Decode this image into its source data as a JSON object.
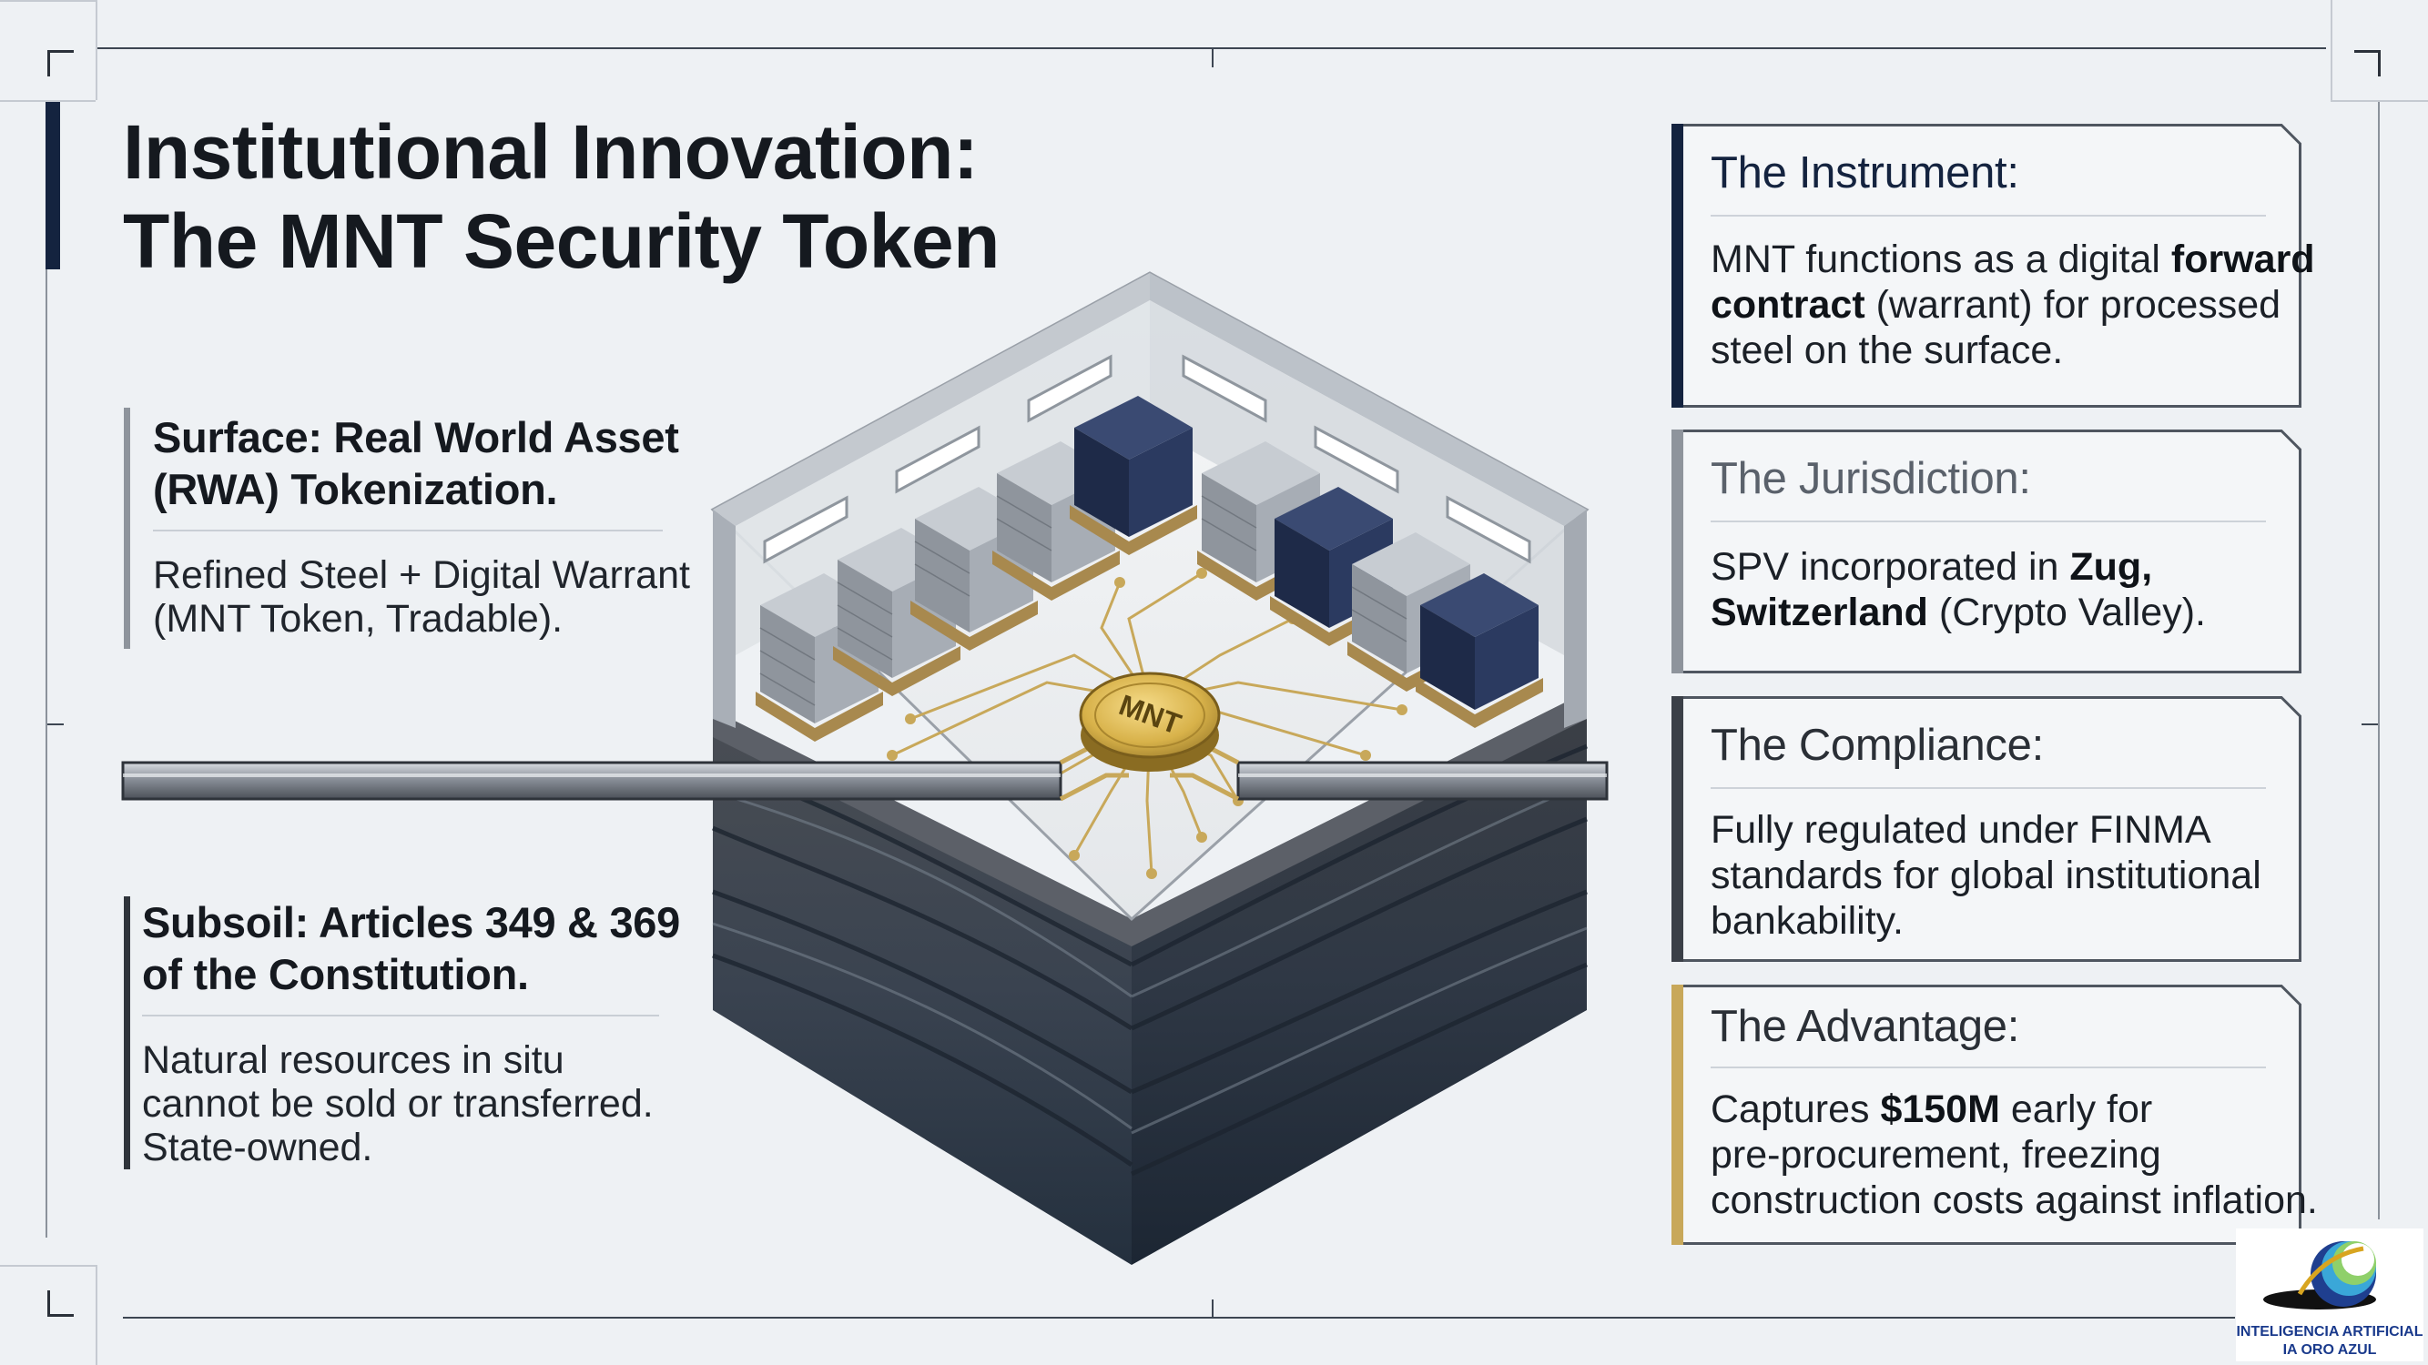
{
  "title": {
    "line1": "Institutional Innovation:",
    "line2": "The MNT Security Token"
  },
  "surface": {
    "heading_line1": "Surface: Real World Asset",
    "heading_line2": "(RWA) Tokenization.",
    "body_line1": "Refined Steel + Digital Warrant",
    "body_line2": "(MNT Token, Tradable)."
  },
  "subsoil": {
    "heading_line1": "Subsoil: Articles 349 & 369",
    "heading_line2": "of the Constitution.",
    "body_line1": "Natural resources in situ",
    "body_line2": "cannot be sold or transferred.",
    "body_line3": "State-owned."
  },
  "coin_label": "MNT",
  "cards": {
    "instrument": {
      "heading": "The Instrument:",
      "l1_pre": "MNT functions as a digital ",
      "l1_bold": "forward",
      "l2_bold": "contract",
      "l2_post": " (warrant) for processed",
      "l3": "steel on the surface."
    },
    "jurisdiction": {
      "heading": "The Jurisdiction:",
      "l1_pre": "SPV incorporated in ",
      "l1_bold": "Zug,",
      "l2_bold": "Switzerland",
      "l2_post": " (Crypto Valley)."
    },
    "compliance": {
      "heading": "The Compliance:",
      "l1": "Fully regulated under FINMA",
      "l2": "standards for global institutional",
      "l3": "bankability."
    },
    "advantage": {
      "heading": "The Advantage:",
      "l1_pre": "Captures ",
      "l1_bold": "$150M",
      "l1_post": " early for",
      "l2": "pre-procurement, freezing",
      "l3": "construction costs against inflation."
    }
  },
  "logo": {
    "line1": "INTELIGENCIA ARTIFICIAL",
    "line2": "IA ORO AZUL"
  },
  "colors": {
    "navy": "#14233f",
    "gray_accent": "#8e949c",
    "dark_accent": "#3b4048",
    "gold_accent": "#c8a85a",
    "coin_gold": "#d8b24a"
  }
}
